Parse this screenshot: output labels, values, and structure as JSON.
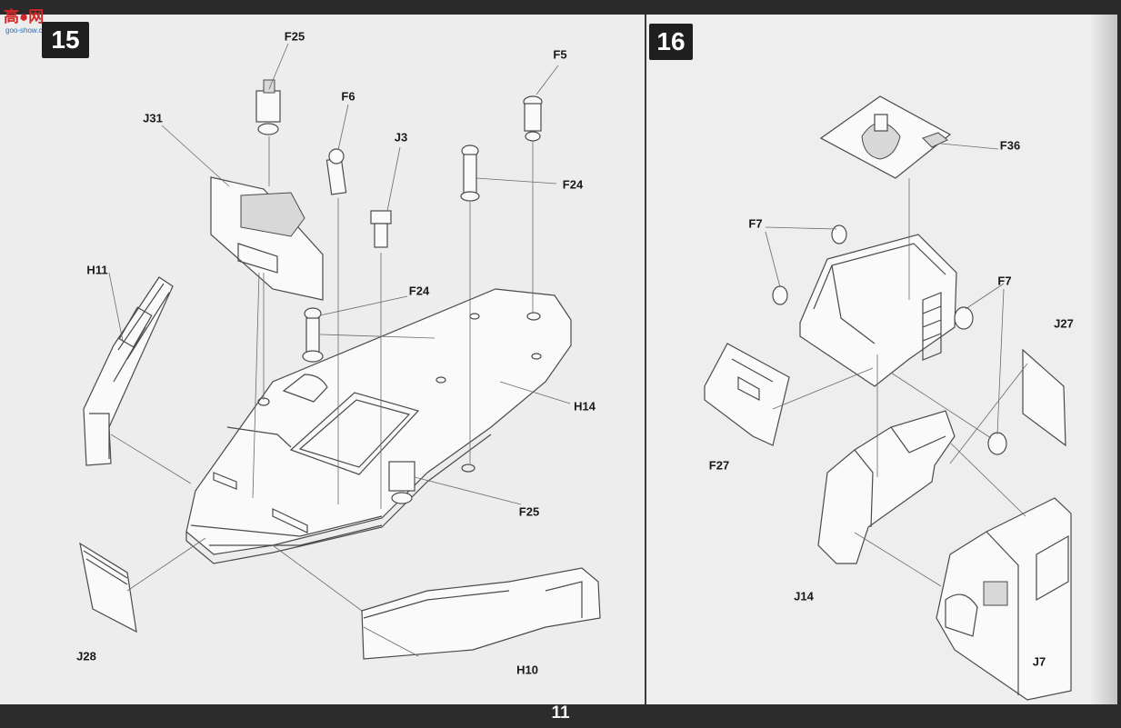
{
  "watermark": {
    "main": "高●网",
    "sub": "goo-show.com"
  },
  "page_number": "11",
  "steps": [
    {
      "number": "15",
      "parts": {
        "f25_top": "F25",
        "j31": "J31",
        "f6": "F6",
        "j3": "J3",
        "f5": "F5",
        "f24_top": "F24",
        "h11": "H11",
        "f24_mid": "F24",
        "h14": "H14",
        "f25_bottom": "F25",
        "j28": "J28",
        "h10": "H10"
      }
    },
    {
      "number": "16",
      "parts": {
        "f36": "F36",
        "f7_left": "F7",
        "f7_right": "F7",
        "j27": "J27",
        "f27": "F27",
        "j14": "J14",
        "j7": "J7"
      }
    }
  ],
  "colors": {
    "ink": "#1a1a1a",
    "paper": "#ededed",
    "badge": "#1f1f1f",
    "watermark_red": "#d02828",
    "watermark_blue": "#1f6fbf"
  }
}
